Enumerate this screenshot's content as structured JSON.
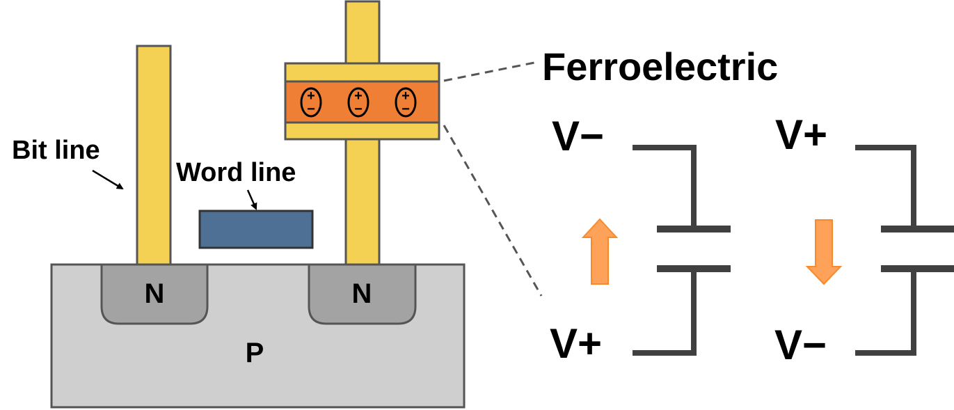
{
  "labels": {
    "bit_line": "Bit line",
    "word_line": "Word line",
    "ferroelectric": "Ferroelectric",
    "n_left": "N",
    "n_right": "N",
    "p_substrate": "P",
    "cap1_top": "V−",
    "cap1_bottom": "V+",
    "cap2_top": "V+",
    "cap2_bottom": "V−"
  },
  "dipole_symbol": {
    "plus": "+",
    "minus": "−",
    "count": 3
  },
  "polarization": {
    "left_arrow": "up",
    "right_arrow": "down"
  },
  "colors": {
    "metal_line": "#f5d153",
    "ferroelectric_layer": "#ee7f35",
    "word_line_gate": "#4f7095",
    "n_region": "#a3a3a3",
    "p_substrate": "#d0cfd0",
    "outline": "#444444",
    "arrow": "#fea25a",
    "arrow_outline": "#f98a2c",
    "capacitor_plate": "#404040"
  }
}
